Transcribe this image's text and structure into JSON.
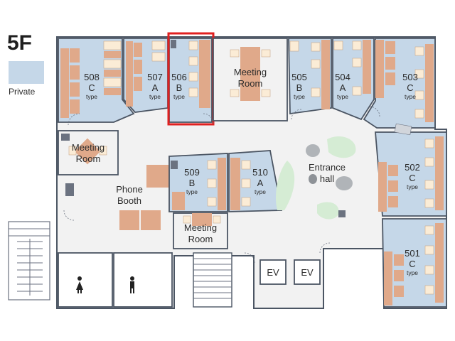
{
  "floor": "5F",
  "legend": {
    "label": "Private",
    "color": "#c5d7e8"
  },
  "colors": {
    "private": "#c5d7e8",
    "desk": "#e0a98a",
    "chair": "#fbecd6",
    "highlight": "#e02020",
    "wall": "#4b5563",
    "corridor": "#f2f2f2"
  },
  "highlighted_room": "506",
  "rooms": {
    "r508": {
      "number": "508",
      "type": "C",
      "type_word": "type"
    },
    "r507": {
      "number": "507",
      "type": "A",
      "type_word": "type"
    },
    "r506": {
      "number": "506",
      "type": "B",
      "type_word": "type"
    },
    "r505": {
      "number": "505",
      "type": "B",
      "type_word": "type"
    },
    "r504": {
      "number": "504",
      "type": "A",
      "type_word": "type"
    },
    "r503": {
      "number": "503",
      "type": "C",
      "type_word": "type"
    },
    "r502": {
      "number": "502",
      "type": "C",
      "type_word": "type"
    },
    "r501": {
      "number": "501",
      "type": "C",
      "type_word": "type"
    },
    "r509": {
      "number": "509",
      "type": "B",
      "type_word": "type"
    },
    "r510": {
      "number": "510",
      "type": "A",
      "type_word": "type"
    }
  },
  "meeting_top": {
    "line1": "Meeting",
    "line2": "Room"
  },
  "meeting_left": {
    "line1": "Meeting",
    "line2": "Room"
  },
  "meeting_center": {
    "line1": "Meeting",
    "line2": "Room"
  },
  "phone_booth": {
    "line1": "Phone",
    "line2": "Booth"
  },
  "entrance": {
    "line1": "Entrance",
    "line2": "hall"
  },
  "elevators": [
    "EV",
    "EV"
  ],
  "restroom_icons": [
    "female-restroom-icon",
    "male-restroom-icon"
  ]
}
